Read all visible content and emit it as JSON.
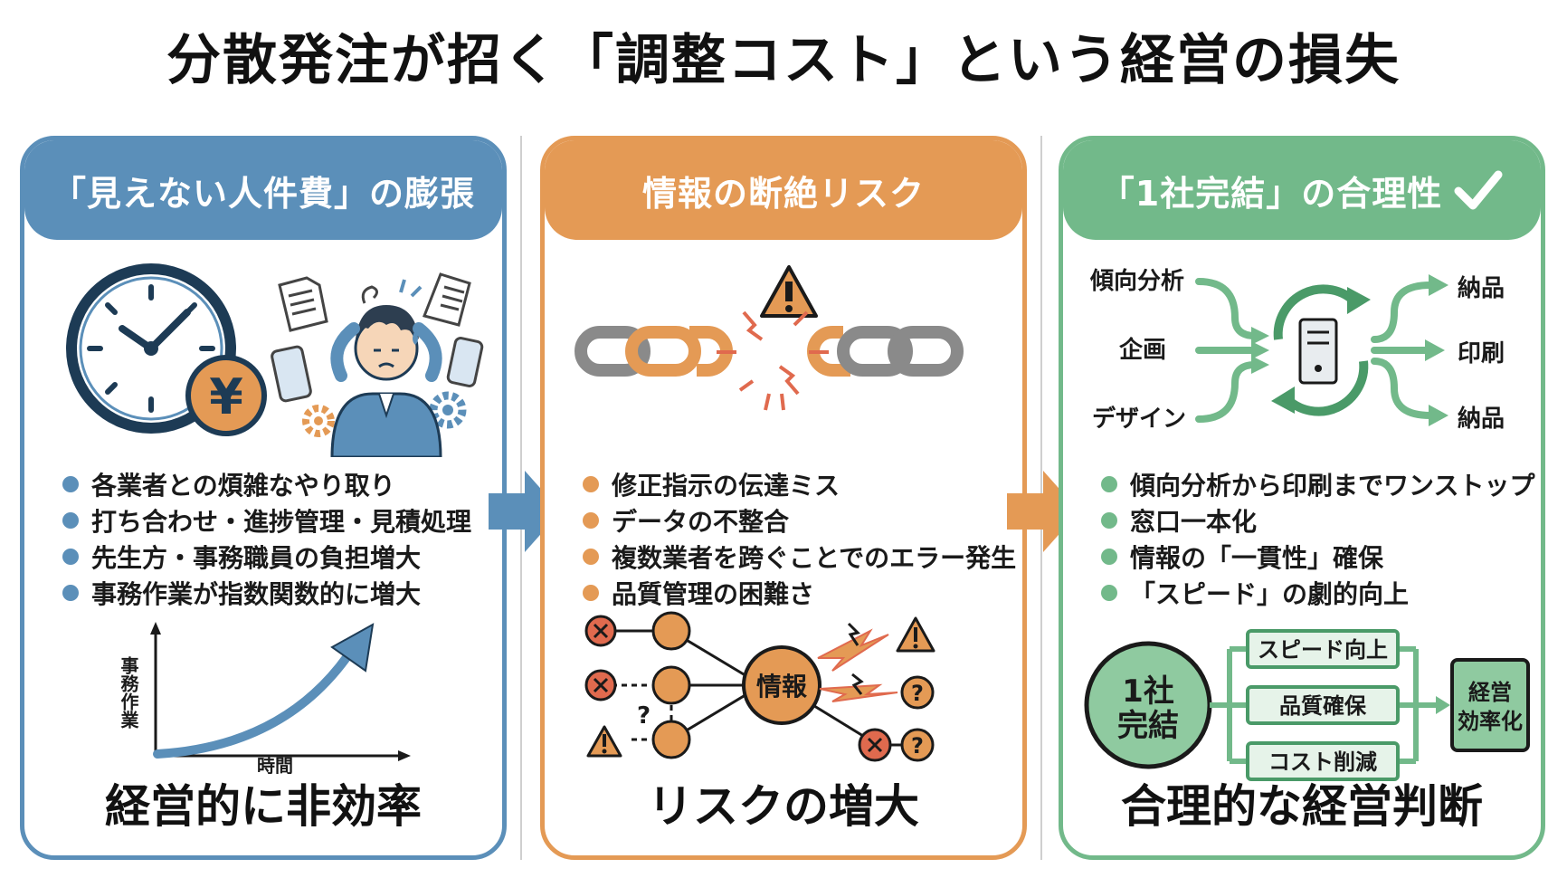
{
  "title": "分散発注が招く「調整コスト」という経営の損失",
  "panels": [
    {
      "header": "「見えない人件費」の膨張",
      "bullets": [
        "各業者との煩雑なやり取り",
        "打ち合わせ・進捗管理・見積処理",
        "先生方・事務職員の負担増大",
        "事務作業が指数関数的に増大"
      ],
      "yen_symbol": "¥",
      "chart_ylabel": "事務作業",
      "chart_xlabel": "時間",
      "footer": "経営的に非効率"
    },
    {
      "header": "情報の断絶リスク",
      "bullets": [
        "修正指示の伝達ミス",
        "データの不整合",
        "複数業者を跨ぐことでのエラー発生",
        "品質管理の困難さ"
      ],
      "center_node": "情報",
      "footer": "リスクの増大"
    },
    {
      "header": "「1社完結」の合理性",
      "flow_inputs": [
        "傾向分析",
        "企画",
        "デザイン"
      ],
      "flow_outputs": [
        "納品",
        "印刷",
        "納品"
      ],
      "bullets": [
        "傾向分析から印刷までワンストップ",
        "窓口一本化",
        "情報の「一貫性」確保",
        "「スピード」の劇的向上"
      ],
      "hub": [
        "1社",
        "完結"
      ],
      "benefits": [
        "スピード向上",
        "品質確保",
        "コスト削減"
      ],
      "result": [
        "経営",
        "効率化"
      ],
      "footer": "合理的な経営判断"
    }
  ],
  "colors": {
    "blue": "#5b8fb9",
    "orange": "#e49a55",
    "green": "#72b98a",
    "red": "#e06a4e"
  }
}
